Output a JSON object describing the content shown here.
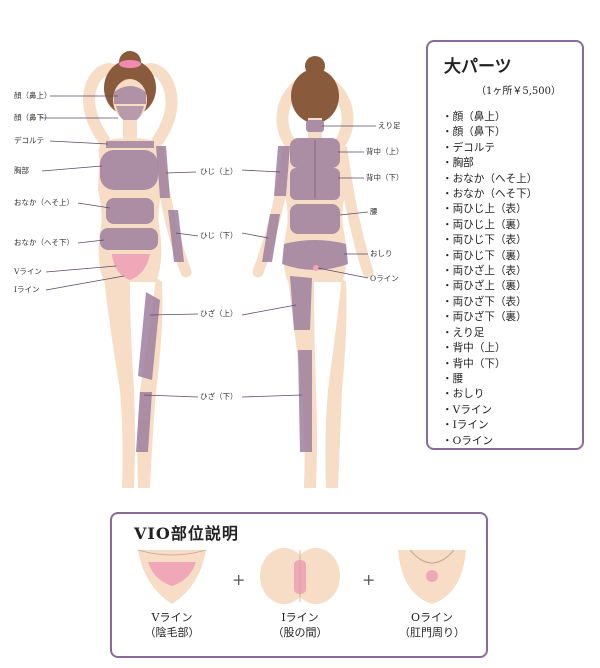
{
  "front_labels": [
    "顔（鼻上）",
    "顔（鼻下）",
    "デコルテ",
    "胸部",
    "おなか（へそ上）",
    "おなか（へそ下）",
    "Vライン",
    "Iライン",
    "ひじ（上）",
    "ひじ（下）",
    "ひざ（上）",
    "ひざ（下）"
  ],
  "back_labels": [
    "えり足",
    "背中（上）",
    "背中（下）",
    "腰",
    "おしり",
    "Oライン"
  ],
  "parts_panel": {
    "title": "大パーツ",
    "price": "（1ヶ所￥5,500）",
    "items": [
      "・顔（鼻上）",
      "・顔（鼻下）",
      "・デコルテ",
      "・胸部",
      "・おなか（へそ上）",
      "・おなか（へそ下）",
      "・両ひじ上（表）",
      "・両ひじ上（裏）",
      "・両ひじ下（表）",
      "・両ひじ下（裏）",
      "・両ひざ上（表）",
      "・両ひざ上（裏）",
      "・両ひざ下（表）",
      "・両ひざ下（裏）",
      "・えり足",
      "・背中（上）",
      "・背中（下）",
      "・腰",
      "・おしり",
      "・Vライン",
      "・Iライン",
      "・Oライン"
    ]
  },
  "vio_panel": {
    "title": "VIO部位説明",
    "plus": "+",
    "items": [
      {
        "name": "Vライン",
        "desc": "（陰毛部）"
      },
      {
        "name": "Iライン",
        "desc": "（股の間）"
      },
      {
        "name": "Oライン",
        "desc": "（肛門周り）"
      }
    ]
  },
  "colors": {
    "skin": "#f7dcc6",
    "highlight": "#9d7f9e",
    "vline": "#f0a7b8",
    "border": "#8a6a9a",
    "hair": "#8a5a3c"
  }
}
